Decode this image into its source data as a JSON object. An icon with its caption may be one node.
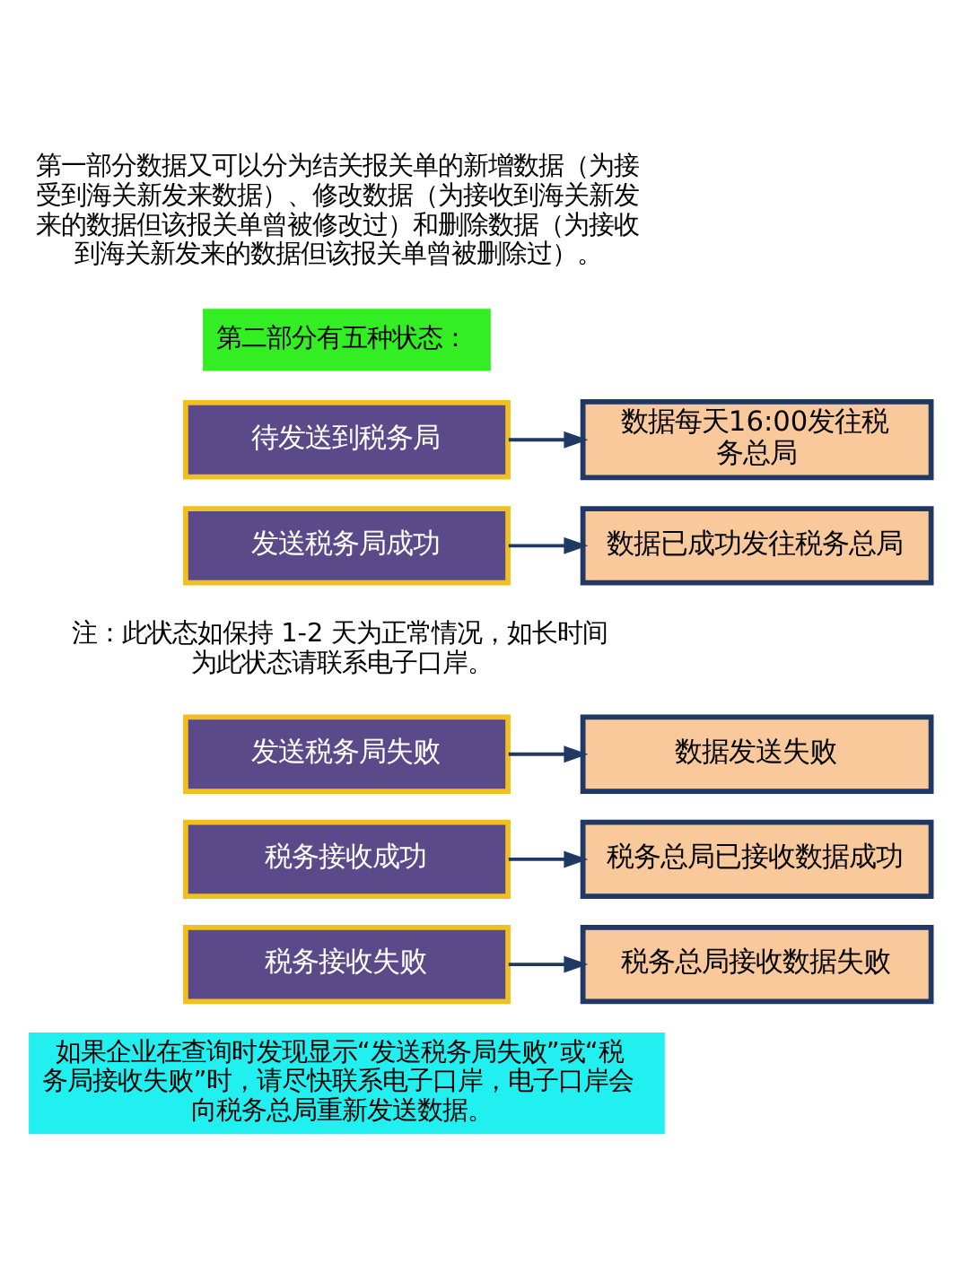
{
  "diagram": {
    "nodes": [
      {
        "text": [
          "待发送到税务局"
        ]
      },
      {
        "text": [
          "数据每天16:00发往税务总局"
        ]
      },
      {
        "text": [
          "发送税务局成功"
        ]
      },
      {
        "text": [
          "数据已成功发往税务总局"
        ]
      },
      {
        "text": [
          "发送税务局失败"
        ]
      },
      {
        "text": [
          "数据发送失败"
        ]
      },
      {
        "text": [
          "税务接收成功"
        ]
      },
      {
        "text": [
          "税务总局已接收数据成功"
        ]
      },
      {
        "text": [
          "税务接收失败"
        ]
      },
      {
        "text": [
          "税务总局接收数据失败"
        ]
      }
    ],
    "edges": [
      {
        "from": 0,
        "to": 1,
        "arrow": "to"
      },
      {
        "from": 2,
        "to": 3,
        "arrow": "to"
      },
      {
        "from": 4,
        "to": 5,
        "arrow": "to"
      },
      {
        "from": 6,
        "to": 7,
        "arrow": "to"
      },
      {
        "from": 8,
        "to": 9,
        "arrow": "to"
      }
    ],
    "labels": [
      "第一部分数据又可以分为结关报关单的新增数据（为接受到海关新发来数据）、修改数据（为接收到海关新发来的数据但该报关单曾被修改过）和删除数据（为接收到海关新发来的数据但该报关单曾被删除过）。",
      "第二部分有五种状态：",
      "注：此状态如保持 1-2 天为正常情况，如长时间为此状态请联系电子口岸。",
      "如果企业在查询时发现显示“发送税务局失败”或“税务局接收失败”时，请尽快联系电子口岸，电子口岸会向税务总局重新发送数据。"
    ]
  }
}
